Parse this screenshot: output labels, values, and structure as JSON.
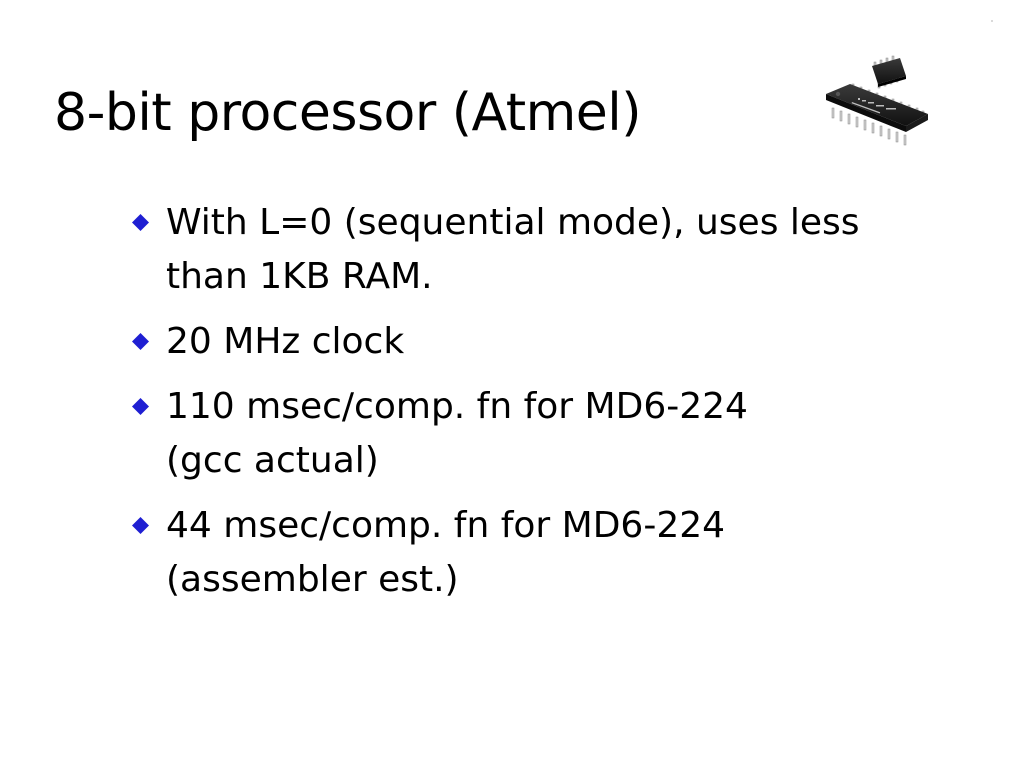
{
  "slide": {
    "title": "8-bit processor (Atmel)",
    "image_icon": "atmel-microcontroller-chips-image",
    "bullet_icon": "blue-diamond-bullet-icon",
    "bullet_color": "#1f1fd2",
    "bullets": [
      {
        "lines": [
          "With L=0 (sequential mode), uses less",
          "than 1KB RAM."
        ]
      },
      {
        "lines": [
          "20 MHz clock"
        ]
      },
      {
        "lines": [
          "110 msec/comp. fn for MD6-224",
          "(gcc actual)"
        ]
      },
      {
        "lines": [
          "44 msec/comp. fn for MD6-224",
          "(assembler est.)"
        ]
      }
    ]
  }
}
